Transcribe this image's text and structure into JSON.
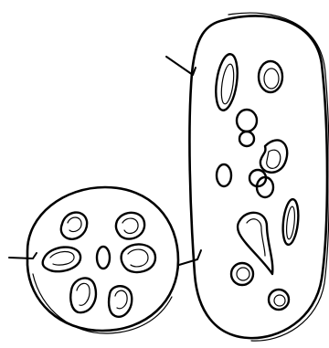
{
  "diagram": {
    "ink_color": "#000000",
    "background_color": "#ffffff",
    "objects": [
      {
        "name": "lotus-root-cross-section",
        "shape": "round disc with oval holes"
      },
      {
        "name": "lotus-root-longitudinal-section",
        "shape": "elongated oval slab with scattered holes"
      }
    ],
    "pointer_lines": 3
  }
}
